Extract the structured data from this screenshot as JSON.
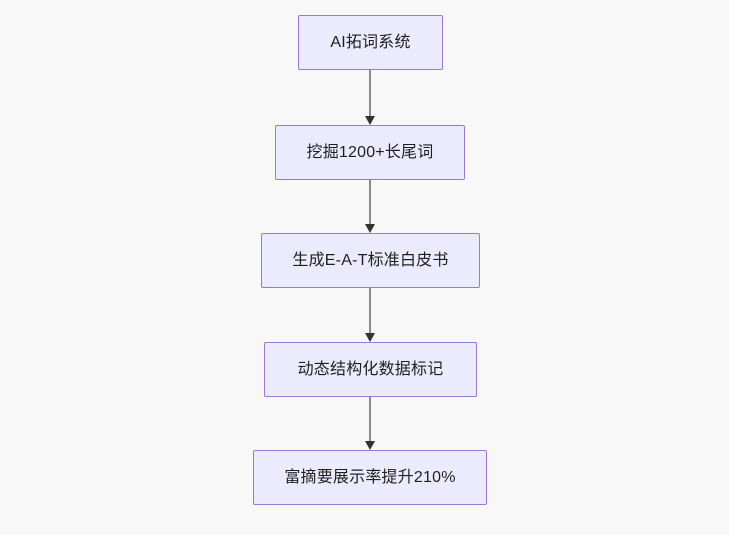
{
  "diagram": {
    "type": "flowchart",
    "orientation": "top-to-bottom",
    "background_color": "#f8f8f8",
    "node_fill_color": "#ecebfd",
    "node_border_color": "#9a78d8",
    "node_text_color": "#1f1f1f",
    "edge_line_color": "#8a8a8a",
    "edge_arrow_color": "#333333",
    "nodes": [
      {
        "id": "node-0",
        "label": "AI拓词系统"
      },
      {
        "id": "node-1",
        "label": "挖掘1200+长尾词"
      },
      {
        "id": "node-2",
        "label": "生成E-A-T标准白皮书"
      },
      {
        "id": "node-3",
        "label": "动态结构化数据标记"
      },
      {
        "id": "node-4",
        "label": "富摘要展示率提升210%"
      }
    ],
    "edges": [
      {
        "id": "edge-0",
        "from": "node-0",
        "to": "node-1"
      },
      {
        "id": "edge-1",
        "from": "node-1",
        "to": "node-2"
      },
      {
        "id": "edge-2",
        "from": "node-2",
        "to": "node-3"
      },
      {
        "id": "edge-3",
        "from": "node-3",
        "to": "node-4"
      }
    ]
  }
}
